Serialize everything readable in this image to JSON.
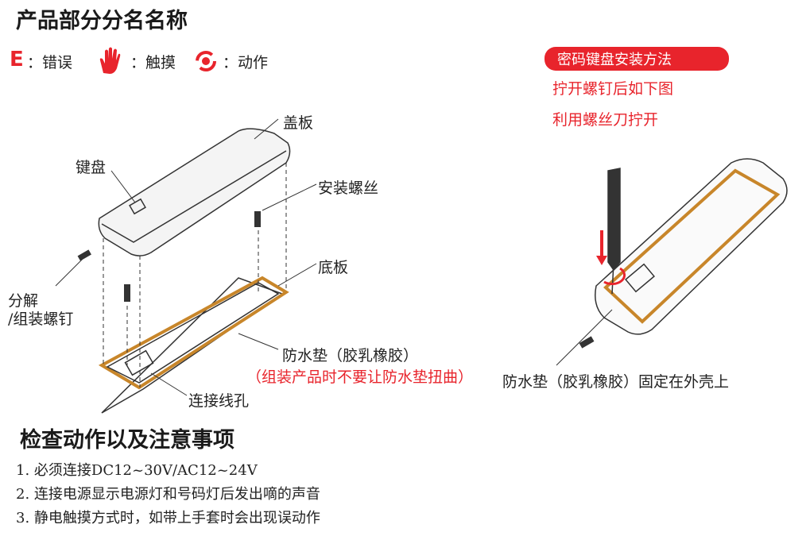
{
  "title": "产品部分分名名称",
  "legend": [
    {
      "icon": "error-e-icon",
      "symbol": "E",
      "label": "：错误"
    },
    {
      "icon": "hand-touch-icon",
      "label": "：触摸"
    },
    {
      "icon": "action-circle-icon",
      "label": "：动作"
    }
  ],
  "diagram_left": {
    "cover": "盖板",
    "keypad": "键盘",
    "install_screw": "安装螺丝",
    "base": "底板",
    "disassemble_1": "分解",
    "disassemble_2": "/组装螺钉",
    "gasket": "防水垫（胶乳橡胶）",
    "gasket_warning": "（组装产品时不要让防水垫扭曲）",
    "cable_hole": "连接线孔"
  },
  "install": {
    "pill": "密码键盘安装方法",
    "step1": "拧开螺钉后如下图",
    "step2": "利用螺丝刀拧开",
    "gasket_note": "防水垫（胶乳橡胶）固定在外壳上"
  },
  "notes": {
    "heading": "检查动作以及注意事项",
    "items": [
      "1. 必须连接DC12~30V/AC12~24V",
      "2. 连接电源显示电源灯和号码灯后发出嘀的声音",
      "3. 静电触摸方式时，如带上手套时会出现误动作"
    ]
  },
  "colors": {
    "accent": "#e8242c",
    "gasket": "#c8862a"
  }
}
